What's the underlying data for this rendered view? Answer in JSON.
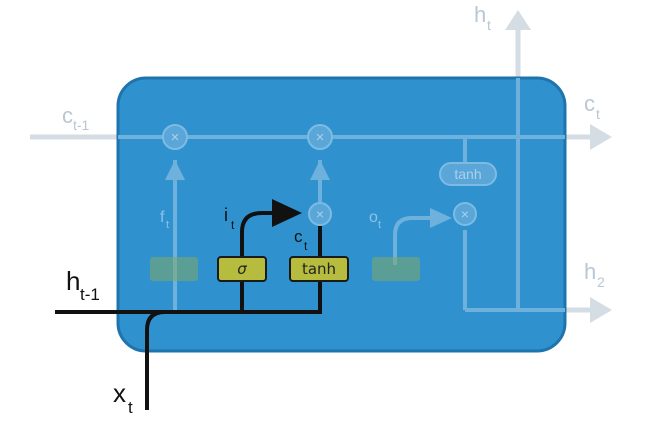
{
  "labels": {
    "c_prev": {
      "main": "c",
      "sub": "t-1"
    },
    "c_next": {
      "main": "c",
      "sub": "t"
    },
    "h_top": {
      "main": "h",
      "sub": "t"
    },
    "h_prev": {
      "main": "h",
      "sub": "t-1"
    },
    "h_out": {
      "main": "h",
      "sub": "2"
    },
    "x_in": {
      "main": "x",
      "sub": "t"
    },
    "i_gate": {
      "main": "i",
      "sub": "t"
    },
    "c_tilde": {
      "main": "c",
      "sub": "t"
    },
    "f_gate": {
      "main": "f",
      "sub": "t"
    },
    "o_gate": {
      "main": "o",
      "sub": "t"
    }
  },
  "gates": {
    "sigma_label": "σ",
    "tanh_label": "tanh",
    "tanh_out_label": "tanh"
  },
  "ops": {
    "multiply": "×"
  },
  "colors": {
    "cell": "#2f92cf",
    "cell_border": "#1f74ad",
    "gate_green": "#b6bd3e",
    "gate_green_faded": "#7ea868",
    "faded_line": "#d5dde4",
    "active_line": "#111111"
  }
}
